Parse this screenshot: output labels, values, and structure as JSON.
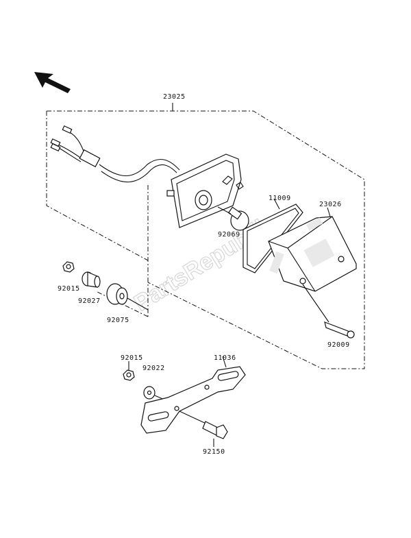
{
  "watermark": "PartsRepublik",
  "direction_indicator": "arrow-up-left-icon",
  "labels": {
    "assembly": "23025",
    "lens": "23026",
    "gasket": "11009",
    "bulb": "92069",
    "screw": "92009",
    "nut_upper": "92015",
    "collar": "92027",
    "grommet": "92075",
    "nut_lower": "92015",
    "washer": "92022",
    "bracket": "11036",
    "bolt": "92150"
  }
}
